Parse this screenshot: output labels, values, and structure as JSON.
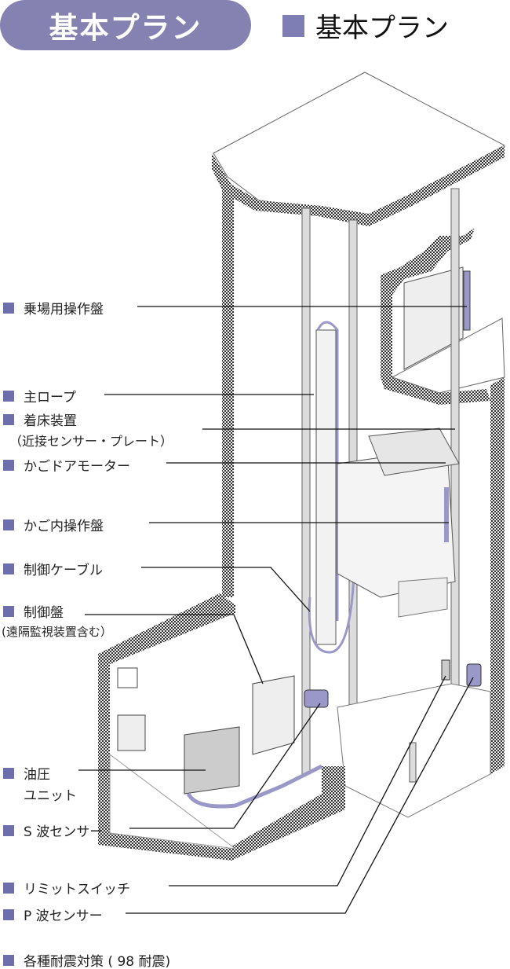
{
  "header": {
    "badge": "基本プラン",
    "title": "基本プラン"
  },
  "colors": {
    "accent": "#8582b2",
    "bullet": "#6e6ead",
    "wall": "#555555",
    "rail": "#dcdcdc",
    "rope": "#9a98c8"
  },
  "labels": [
    {
      "text": "乗場用操作盤"
    },
    {
      "text": "主ロープ"
    },
    {
      "text": "着床装置",
      "sub": "（近接センサー・プレート）"
    },
    {
      "text": "かごドアモーター"
    },
    {
      "text": "かご内操作盤"
    },
    {
      "text": "制御ケーブル"
    },
    {
      "text": "制御盤",
      "sub": "(遠隔監視装置含む）"
    },
    {
      "text": "油圧",
      "sub": "ユニット"
    },
    {
      "text": "S 波センサー"
    },
    {
      "text": "リミットスイッチ"
    },
    {
      "text": "P 波センサー"
    },
    {
      "text": "各種耐震対策 ( 98 耐震)"
    }
  ]
}
